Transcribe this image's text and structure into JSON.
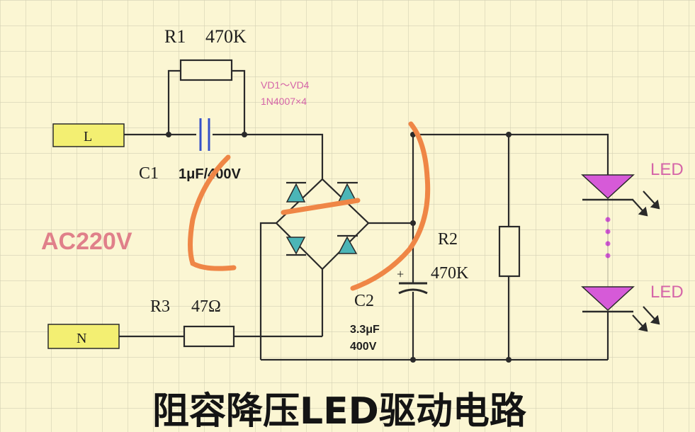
{
  "diagram": {
    "inputs": {
      "live": "L",
      "neutral": "N",
      "voltage": "AC220V"
    },
    "resistor_r1": {
      "ref": "R1",
      "value": "470K"
    },
    "capacitor_c1": {
      "ref": "C1",
      "value": "1μF/400V"
    },
    "diodes": {
      "ref": "VD1～VD4",
      "part": "1N4007×4"
    },
    "resistor_r3": {
      "ref": "R3",
      "value": "47Ω"
    },
    "capacitor_c2": {
      "ref": "C2",
      "value": "3.3μF",
      "voltage": "400V"
    },
    "resistor_r2": {
      "ref": "R2",
      "value": "470K"
    },
    "leds": [
      "LED",
      "LED"
    ],
    "title": "阻容降压LED驱动电路"
  },
  "colors": {
    "background": "#fbf6d3",
    "grid": "#d4d0b4",
    "wire": "#2a2a2a",
    "terminal": "#f3ef72",
    "diode": "#4bb5b7",
    "led": "#d65ad8",
    "annotation": "#ef8646",
    "voltage_text": "#e0808a",
    "diode_text": "#d565a8"
  }
}
